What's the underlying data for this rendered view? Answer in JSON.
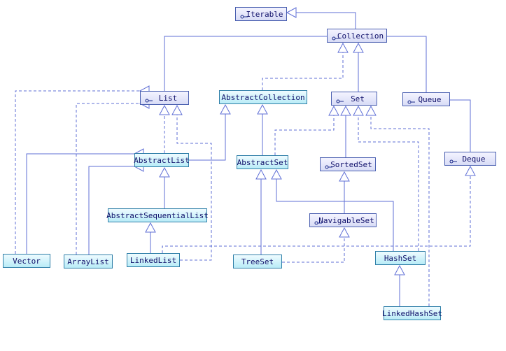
{
  "diagram": {
    "nodes": [
      {
        "id": "iterable",
        "label": "Iterable",
        "kind": "interface"
      },
      {
        "id": "collection",
        "label": "Collection",
        "kind": "interface"
      },
      {
        "id": "list",
        "label": "List",
        "kind": "interface"
      },
      {
        "id": "abstractcollection",
        "label": "AbstractCollection",
        "kind": "class"
      },
      {
        "id": "set",
        "label": "Set",
        "kind": "interface"
      },
      {
        "id": "queue",
        "label": "Queue",
        "kind": "interface"
      },
      {
        "id": "abstractlist",
        "label": "AbstractList",
        "kind": "class"
      },
      {
        "id": "abstractset",
        "label": "AbstractSet",
        "kind": "class"
      },
      {
        "id": "sortedset",
        "label": "SortedSet",
        "kind": "interface"
      },
      {
        "id": "deque",
        "label": "Deque",
        "kind": "interface"
      },
      {
        "id": "abstractsequentiallist",
        "label": "AbstractSequentialList",
        "kind": "class"
      },
      {
        "id": "navigableset",
        "label": "NavigableSet",
        "kind": "interface"
      },
      {
        "id": "vector",
        "label": "Vector",
        "kind": "class"
      },
      {
        "id": "arraylist",
        "label": "ArrayList",
        "kind": "class"
      },
      {
        "id": "linkedlist",
        "label": "LinkedList",
        "kind": "class"
      },
      {
        "id": "treeset",
        "label": "TreeSet",
        "kind": "class"
      },
      {
        "id": "hashset",
        "label": "HashSet",
        "kind": "class"
      },
      {
        "id": "linkedhashset",
        "label": "LinkedHashSet",
        "kind": "class"
      }
    ],
    "edges": [
      {
        "from": "collection",
        "to": "iterable",
        "type": "extends"
      },
      {
        "from": "list",
        "to": "collection",
        "type": "extends"
      },
      {
        "from": "set",
        "to": "collection",
        "type": "extends"
      },
      {
        "from": "queue",
        "to": "collection",
        "type": "extends"
      },
      {
        "from": "abstractcollection",
        "to": "collection",
        "type": "implements"
      },
      {
        "from": "abstractlist",
        "to": "abstractcollection",
        "type": "extends"
      },
      {
        "from": "abstractlist",
        "to": "list",
        "type": "implements"
      },
      {
        "from": "abstractset",
        "to": "abstractcollection",
        "type": "extends"
      },
      {
        "from": "abstractset",
        "to": "set",
        "type": "implements"
      },
      {
        "from": "sortedset",
        "to": "set",
        "type": "extends"
      },
      {
        "from": "navigableset",
        "to": "sortedset",
        "type": "extends"
      },
      {
        "from": "deque",
        "to": "queue",
        "type": "extends"
      },
      {
        "from": "abstractsequentiallist",
        "to": "abstractlist",
        "type": "extends"
      },
      {
        "from": "vector",
        "to": "abstractlist",
        "type": "extends"
      },
      {
        "from": "vector",
        "to": "list",
        "type": "implements"
      },
      {
        "from": "arraylist",
        "to": "abstractlist",
        "type": "extends"
      },
      {
        "from": "arraylist",
        "to": "list",
        "type": "implements"
      },
      {
        "from": "linkedlist",
        "to": "abstractsequentiallist",
        "type": "extends"
      },
      {
        "from": "linkedlist",
        "to": "list",
        "type": "implements"
      },
      {
        "from": "linkedlist",
        "to": "deque",
        "type": "implements"
      },
      {
        "from": "treeset",
        "to": "abstractset",
        "type": "extends"
      },
      {
        "from": "treeset",
        "to": "navigableset",
        "type": "implements"
      },
      {
        "from": "hashset",
        "to": "abstractset",
        "type": "extends"
      },
      {
        "from": "hashset",
        "to": "set",
        "type": "implements"
      },
      {
        "from": "linkedhashset",
        "to": "hashset",
        "type": "extends"
      },
      {
        "from": "linkedhashset",
        "to": "set",
        "type": "implements"
      }
    ]
  },
  "colors": {
    "line": "#5f6fd6",
    "interface_border": "#4a5fb0",
    "class_border": "#2f7fa8"
  }
}
